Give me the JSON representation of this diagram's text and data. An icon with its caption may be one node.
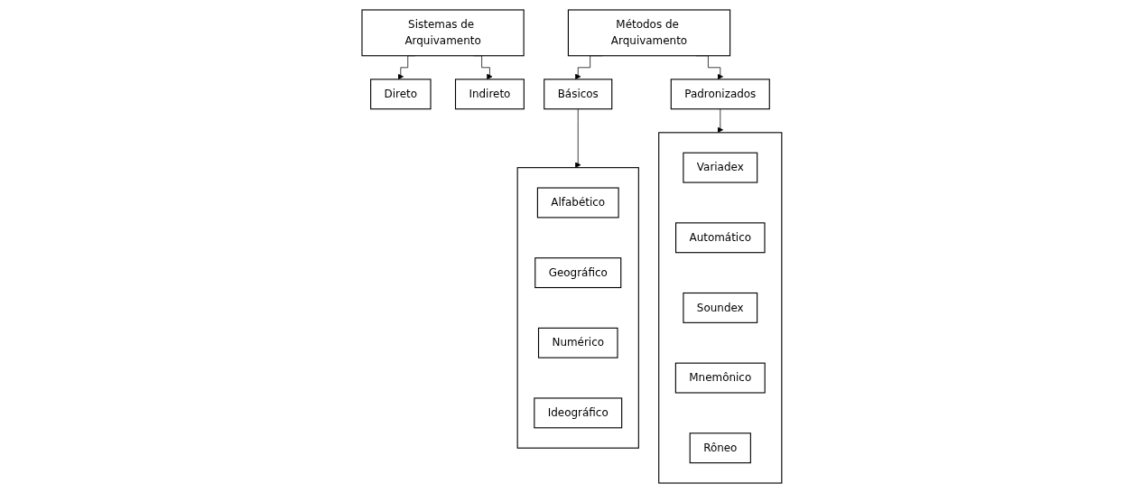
{
  "diagram": {
    "nodes": [
      {
        "text": [
          "Sistemas de Arquivamento"
        ]
      },
      {
        "text": [
          "Direto"
        ]
      },
      {
        "text": [
          "Indireto"
        ]
      },
      {
        "text": [
          "Métodos de Arquivamento"
        ]
      },
      {
        "text": [
          "Básicos"
        ]
      },
      {
        "text": [
          "Padronizados"
        ]
      },
      {
        "text": [],
        "shape": "box"
      },
      {
        "text": [
          "Alfabético"
        ],
        "in": 6
      },
      {
        "text": [
          "Geográfico"
        ],
        "in": 6
      },
      {
        "text": [
          "Numérico"
        ],
        "in": 6
      },
      {
        "text": [
          "Ideográfico"
        ],
        "in": 6
      },
      {
        "text": [],
        "shape": "box"
      },
      {
        "text": [
          "Variadex"
        ],
        "in": 11
      },
      {
        "text": [
          "Automático"
        ],
        "in": 11
      },
      {
        "text": [
          "Soundex"
        ],
        "in": 11
      },
      {
        "text": [
          "Mnemônico"
        ],
        "in": 11
      },
      {
        "text": [
          "Rôneo"
        ],
        "in": 11
      }
    ],
    "edges": [
      {
        "from": 0,
        "to": 1,
        "arrow": "to"
      },
      {
        "from": 0,
        "to": 2,
        "arrow": "to"
      },
      {
        "from": 3,
        "to": 4,
        "arrow": "to"
      },
      {
        "from": 3,
        "to": 5,
        "arrow": "to"
      },
      {
        "from": 4,
        "to": 6,
        "arrow": "to"
      },
      {
        "from": 5,
        "to": 11,
        "arrow": "to"
      }
    ]
  }
}
